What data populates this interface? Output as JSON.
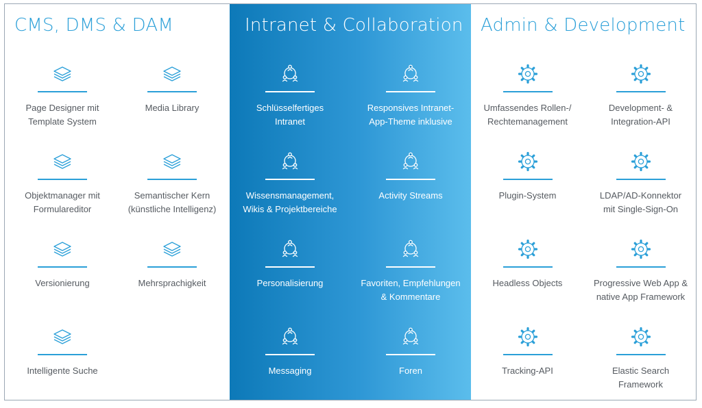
{
  "colors": {
    "accent": "#2a9fd8",
    "gradient_start": "#0d79b8",
    "gradient_end": "#5bbdec",
    "text": "#555a60"
  },
  "columns": [
    {
      "title": "CMS, DMS & DAM",
      "icon": "layers-icon",
      "items": [
        {
          "label": "Page Designer mit\nTemplate System"
        },
        {
          "label": "Media Library"
        },
        {
          "label": "Objektmanager mit\nFormulareditor"
        },
        {
          "label": "Semantischer Kern\n(künstliche Intelligenz)"
        },
        {
          "label": "Versionierung"
        },
        {
          "label": "Mehrsprachigkeit"
        },
        {
          "label": "Intelligente Suche"
        }
      ]
    },
    {
      "title": "Intranet & Collaboration",
      "icon": "people-network-icon",
      "items": [
        {
          "label": "Schlüsselfertiges\nIntranet"
        },
        {
          "label": "Responsives Intranet-\nApp-Theme inklusive"
        },
        {
          "label": "Wissensmanagement,\nWikis & Projektbereiche"
        },
        {
          "label": "Activity Streams"
        },
        {
          "label": "Personalisierung"
        },
        {
          "label": "Favoriten, Empfehlungen\n& Kommentare"
        },
        {
          "label": "Messaging"
        },
        {
          "label": "Foren"
        }
      ]
    },
    {
      "title": "Admin & Development",
      "icon": "gear-icon",
      "items": [
        {
          "label": "Umfassendes Rollen-/\nRechtemanagement"
        },
        {
          "label": "Development- &\nIntegration-API"
        },
        {
          "label": "Plugin-System"
        },
        {
          "label": "LDAP/AD-Konnektor\nmit Single-Sign-On"
        },
        {
          "label": "Headless Objects"
        },
        {
          "label": "Progressive Web App &\nnative App Framework"
        },
        {
          "label": "Tracking-API"
        },
        {
          "label": "Elastic Search\nFramework"
        }
      ]
    }
  ]
}
